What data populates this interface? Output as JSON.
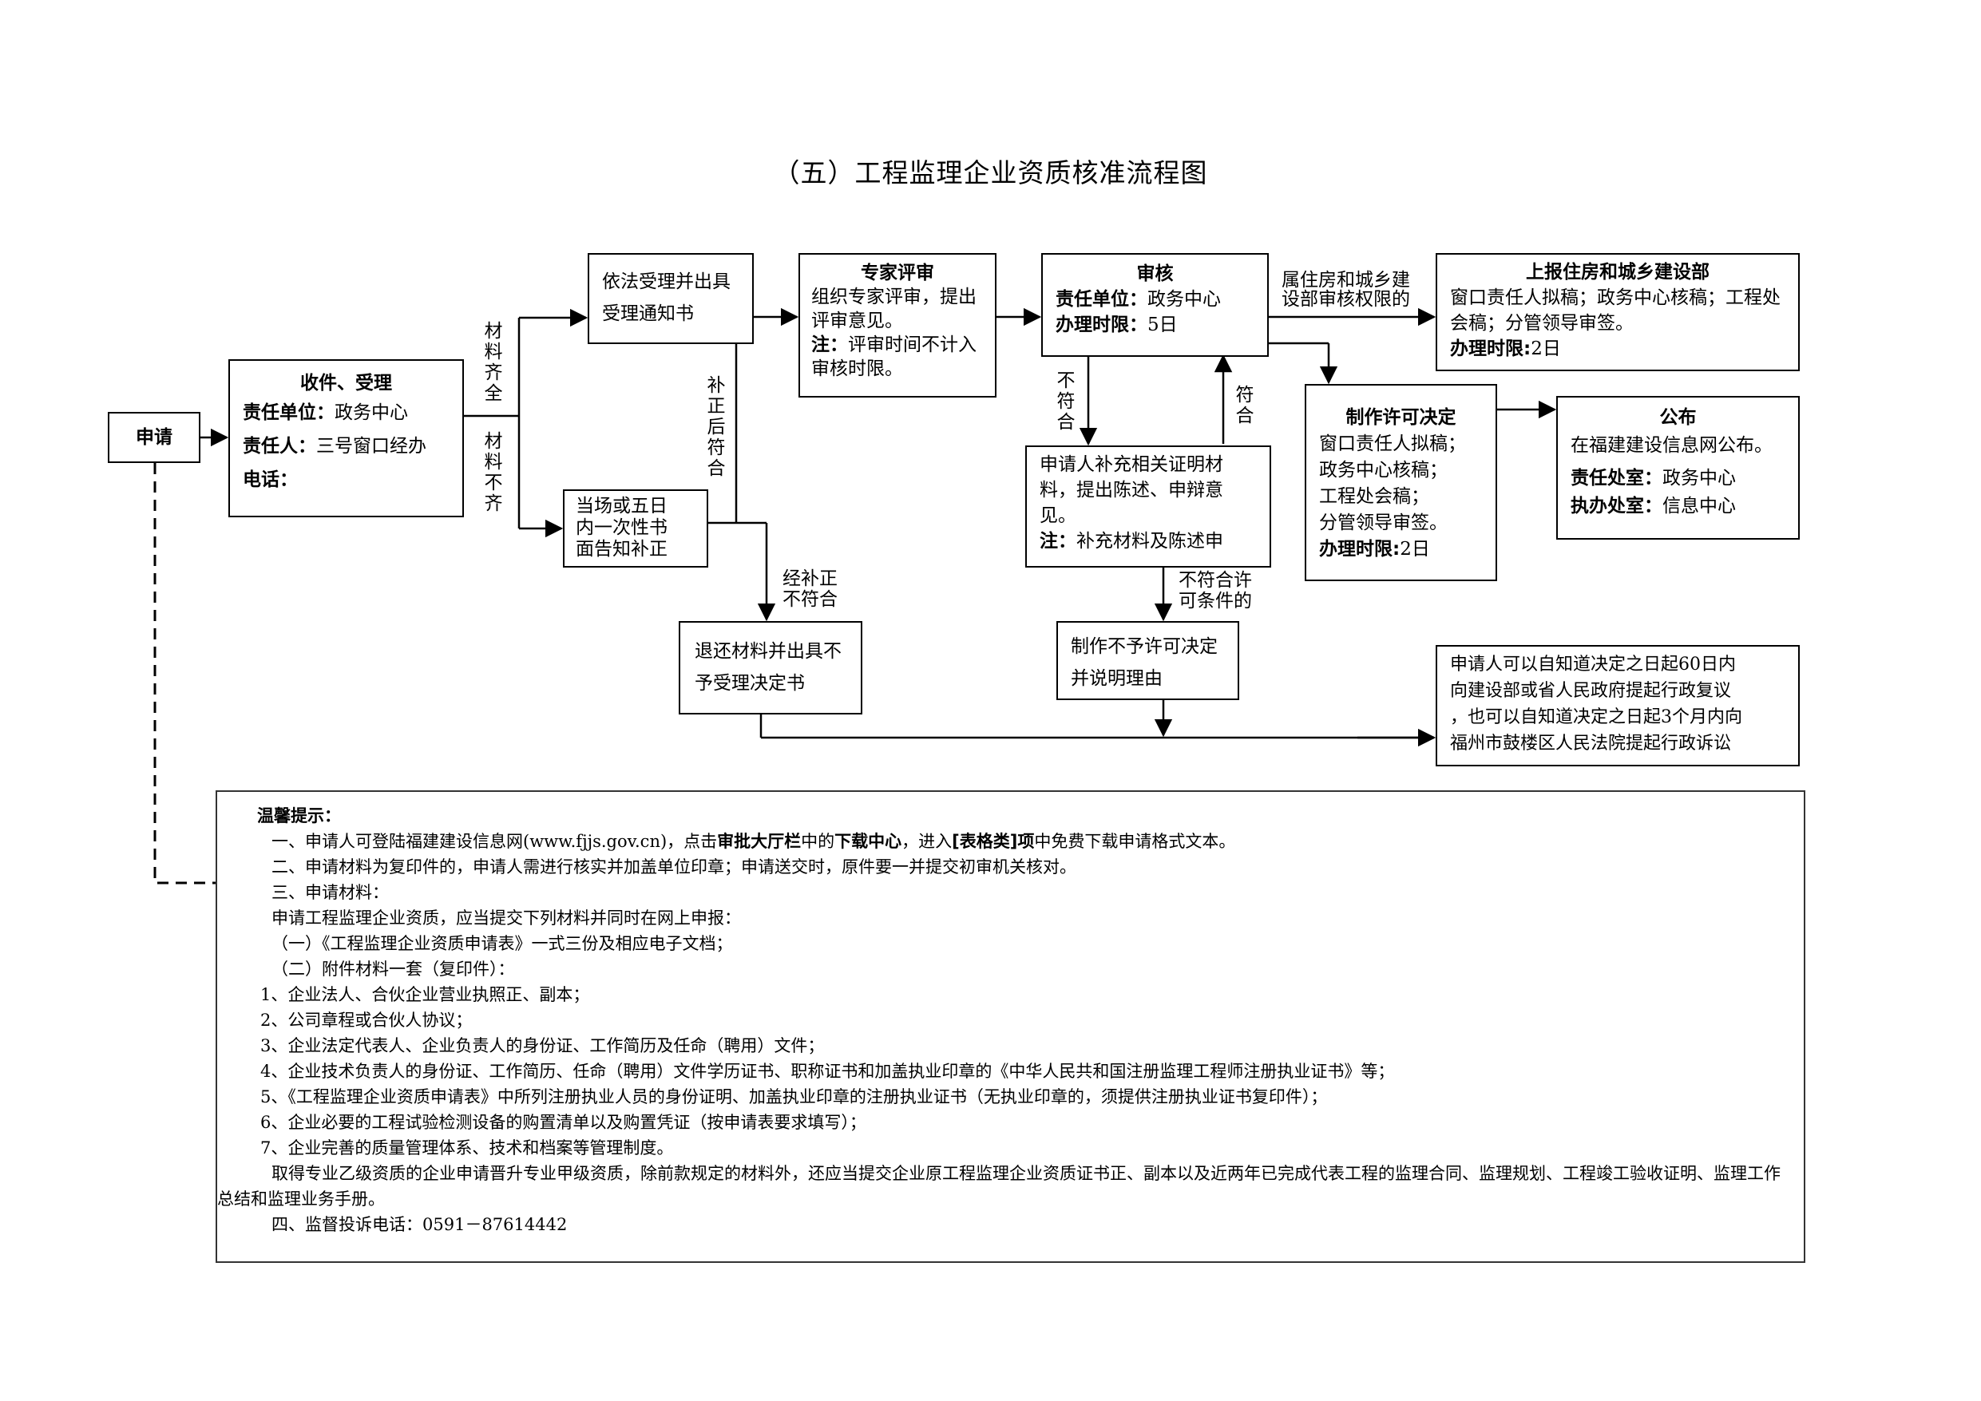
{
  "title": "（五）工程监理企业资质核准流程图",
  "apply": {
    "label": "申请"
  },
  "receive": {
    "title": "收件、受理",
    "unit_label": "责任单位：",
    "unit": "政务中心",
    "person_label": "责任人：",
    "person": "三号窗口经办",
    "phone_label": "电话："
  },
  "accept": {
    "text": "依法受理并出具受理通知书"
  },
  "correct": {
    "lines": [
      "当场或五日",
      "内一次性书",
      "面告知补正"
    ]
  },
  "reject": {
    "text": "退还材料并出具不予受理决定书"
  },
  "expert": {
    "title": "专家评审",
    "text": "组织专家评审，提出评审意见。",
    "note_label": "注：",
    "note": "评审时间不计入审核时限。"
  },
  "review": {
    "title": "审核",
    "unit_label": "责任单位：",
    "unit": "政务中心",
    "time_label": "办理时限：",
    "time": "5日"
  },
  "supplement": {
    "text": "申请人补充相关证明材料，提出陈述、申辩意见。",
    "note_label": "注：",
    "note": "补充材料及陈述申"
  },
  "deny": {
    "text": "制作不予许可决定并说明理由"
  },
  "permit": {
    "title": "制作许可决定",
    "lines": [
      "窗口责任人拟稿；",
      "政务中心核稿；",
      "工程处会稿；",
      "分管领导审签。"
    ],
    "time_label": "办理时限:",
    "time": "2日"
  },
  "report": {
    "title": "上报住房和城乡建设部",
    "text": "窗口责任人拟稿；政务中心核稿；工程处会稿；分管领导审签。",
    "time_label": "办理时限:",
    "time": "2日"
  },
  "publish": {
    "title": "公布",
    "text": "在福建建设信息网公布。",
    "office_label": "责任处室：",
    "office": "政务中心",
    "handle_label": "执办处室：",
    "handle": "信息中心"
  },
  "appeal": {
    "lines": [
      "申请人可以自知道决定之日起60日内",
      "向建设部或省人民政府提起行政复议",
      "，也可以自知道决定之日起3个月内向",
      "福州市鼓楼区人民法院提起行政诉讼"
    ]
  },
  "labels": {
    "complete": "材料齐全",
    "incomplete": "材料不齐",
    "corrected_ok": "补正后符合",
    "corrected_fail_1": "经补正",
    "corrected_fail_2": "不符合",
    "not_conform": "不符合",
    "conform": "符合",
    "ministry_1": "属住房和城乡建",
    "ministry_2": "设部审核权限的",
    "no_permit_1": "不符合许",
    "no_permit_2": "可条件的"
  },
  "notice": {
    "heading": "温馨提示：",
    "l1_a": "一、申请人可登陆福建建设信息网(www.fjjs.gov.cn)，点击",
    "l1_b": "审批大厅栏",
    "l1_c": "中的",
    "l1_d": "下载中心",
    "l1_e": "，进入",
    "l1_f": "[表格类]项",
    "l1_g": "中免费下载申请格式文本。",
    "lines": [
      "二、申请材料为复印件的，申请人需进行核实并加盖单位印章；申请送交时，原件要一并提交初审机关核对。",
      "三、申请材料：",
      "申请工程监理企业资质，应当提交下列材料并同时在网上申报：",
      "（一）《工程监理企业资质申请表》一式三份及相应电子文档；",
      "（二）附件材料一套（复印件）：",
      "1、企业法人、合伙企业营业执照正、副本；",
      "2、公司章程或合伙人协议；",
      "3、企业法定代表人、企业负责人的身份证、工作简历及任命（聘用）文件；",
      "4、企业技术负责人的身份证、工作简历、任命（聘用）文件学历证书、职称证书和加盖执业印章的《中华人民共和国注册监理工程师注册执业证书》等；",
      "5、《工程监理企业资质申请表》中所列注册执业人员的身份证明、加盖执业印章的注册执业证书（无执业印章的，须提供注册执业证书复印件）；",
      "6、企业必要的工程试验检测设备的购置清单以及购置凭证（按申请表要求填写）；",
      "7、企业完善的质量管理体系、技术和档案等管理制度。"
    ],
    "para": "取得专业乙级资质的企业申请晋升专业甲级资质，除前款规定的材料外，还应当提交企业原工程监理企业资质证书正、副本以及近两年已完成代表工程的监理合同、监理规划、工程竣工验收证明、监理工作总结和监理业务手册。",
    "last": "四、监督投诉电话：0591－87614442"
  }
}
